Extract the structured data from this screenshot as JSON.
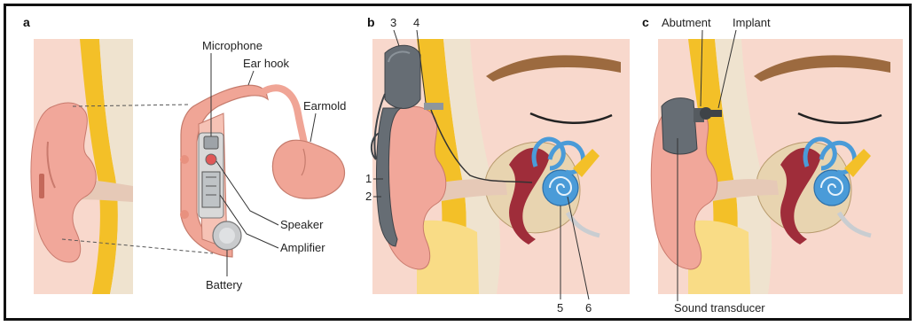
{
  "panels": [
    {
      "letter": "a",
      "labels": {
        "microphone": "Microphone",
        "ear_hook": "Ear hook",
        "earmold": "Earmold",
        "speaker": "Speaker",
        "amplifier": "Amplifier",
        "battery": "Battery"
      }
    },
    {
      "letter": "b",
      "labels": {
        "n1": "1",
        "n2": "2",
        "n3": "3",
        "n4": "4",
        "n5": "5",
        "n6": "6"
      }
    },
    {
      "letter": "c",
      "labels": {
        "abutment": "Abutment",
        "implant": "Implant",
        "sound_transducer": "Sound transducer"
      }
    }
  ],
  "colors": {
    "skin": "#f2b9ac",
    "skin_light": "#f8d8cc",
    "ear": "#f1a79a",
    "bone": "#f3c028",
    "bone_light": "#f9dc86",
    "tissue": "#e9d9c3",
    "canal_red": "#9f2d3a",
    "cochlea_blue": "#4a9bd8",
    "device_gray": "#666d74",
    "hearing_aid_pink": "#f0a596",
    "brow": "#9c6a3f"
  }
}
